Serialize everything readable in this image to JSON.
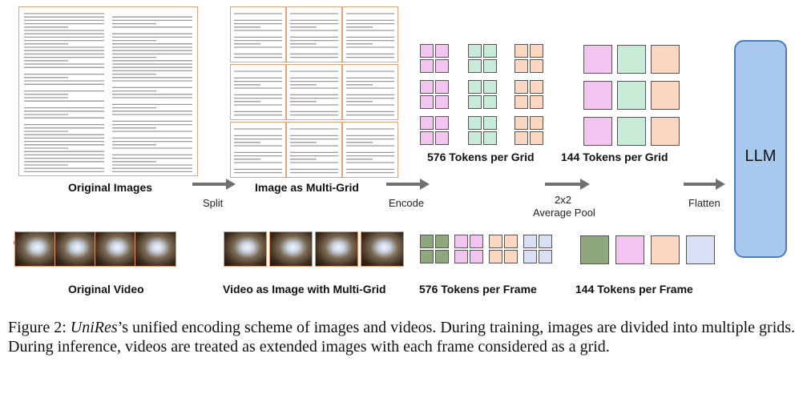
{
  "labels": {
    "original_images": "Original Images",
    "image_multigrid": "Image as Multi-Grid",
    "tokens_576_grid": "576 Tokens per Grid",
    "tokens_144_grid": "144 Tokens per Grid",
    "original_video": "Original Video",
    "video_multigrid": "Video as Image with Multi-Grid",
    "tokens_576_frame": "576 Tokens per Frame",
    "tokens_144_frame": "144 Tokens per Frame",
    "llm": "LLM",
    "split": "Split",
    "encode": "Encode",
    "pool_line1": "2x2",
    "pool_line2": "Average Pool",
    "flatten": "Flatten"
  },
  "caption": {
    "prefix": "Figure 2: ",
    "name": "UniRes",
    "rest": "’s unified encoding scheme of images and videos. During training, images are divided into multiple grids. During inference, videos are treated as extended images with each frame considered as a grid."
  },
  "colors": {
    "pink": "#f2c5f0",
    "green": "#c8ebd8",
    "peach": "#fbd7c2",
    "blue": "#d9dff5",
    "olive": "#8ea77c",
    "llm_fill": "#a8c8ee",
    "frame_border": "#e6946a"
  },
  "icons": [
    "film-camera-icon"
  ]
}
